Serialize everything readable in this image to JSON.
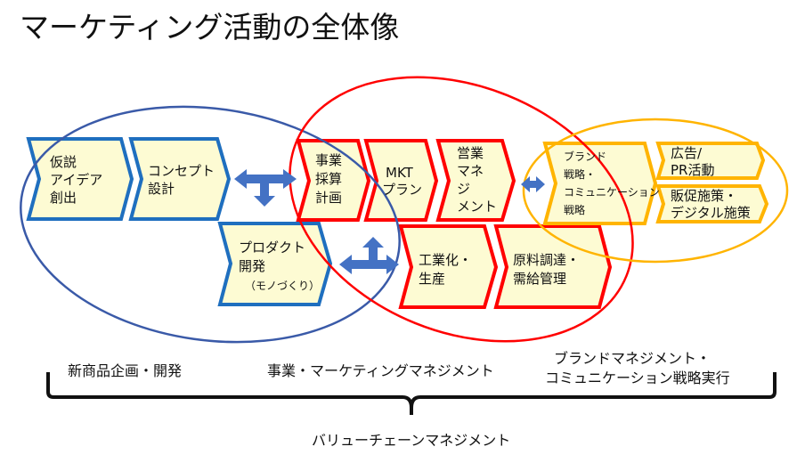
{
  "title": "マーケティング活動の全体像",
  "colors": {
    "blue": "#1f6fbf",
    "red": "#ff0000",
    "orange": "#ffb400",
    "fill": "#fdfbd3",
    "arrow": "#4472c4",
    "ellipse_blue": "#3a5aa8"
  },
  "steps": {
    "hypothesis": [
      "仮説",
      "アイデア",
      "創出"
    ],
    "concept": [
      "コンセプト",
      "設計"
    ],
    "product": [
      "プロダクト",
      "開発",
      "（モノづくり）"
    ],
    "business": [
      "事業",
      "採算",
      "計画"
    ],
    "mkt": [
      "MKT",
      "プラン"
    ],
    "sales": [
      "営業",
      "マネ",
      "ジ",
      "メント"
    ],
    "industrial": [
      "工業化・",
      "生産"
    ],
    "procurement": [
      "原料調達・",
      "需給管理"
    ],
    "brand": [
      "ブランド",
      "戦略・",
      "コミュニケーション",
      "戦略"
    ],
    "ads": [
      "広告/",
      "PR活動"
    ],
    "promo": [
      "販促施策・",
      "デジタル施策"
    ]
  },
  "labels": {
    "new_product": "新商品企画・開発",
    "business_mkt": "事業・マーケティングマネジメント",
    "brand_line1": "ブランドマネジメント・",
    "brand_line2": "コミュニケーション戦略実行",
    "value_chain": "バリューチェーンマネジメント"
  }
}
